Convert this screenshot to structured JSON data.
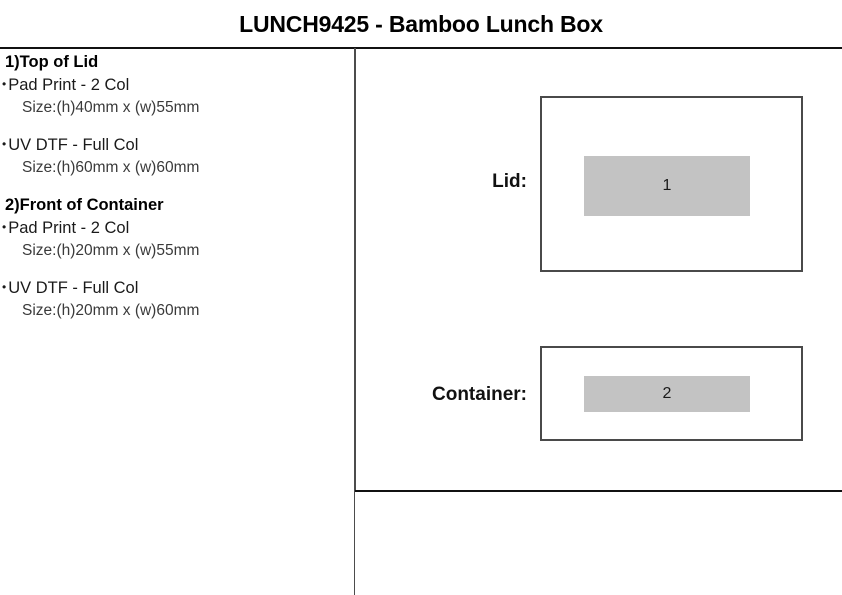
{
  "document": {
    "title": "LUNCH9425 - Bamboo Lunch Box"
  },
  "specifications": {
    "groups": [
      {
        "heading": "1)Top of Lid",
        "methods": [
          {
            "bullet": "•",
            "name": "Pad Print - 2 Col",
            "size": "Size:(h)40mm x (w)55mm"
          },
          {
            "bullet": "•",
            "name": "UV DTF - Full Col",
            "size": "Size:(h)60mm x (w)60mm"
          }
        ]
      },
      {
        "heading": "2)Front of Container",
        "methods": [
          {
            "bullet": "•",
            "name": "Pad Print - 2 Col",
            "size": "Size:(h)20mm x (w)55mm"
          },
          {
            "bullet": "•",
            "name": "UV DTF - Full Col",
            "size": "Size:(h)20mm x (w)60mm"
          }
        ]
      }
    ]
  },
  "artwork": {
    "rows": [
      {
        "label": "Lid:",
        "print_area_number": "1"
      },
      {
        "label": "Container:",
        "print_area_number": "2"
      }
    ]
  },
  "colors": {
    "print_area_fill": "#c3c3c3",
    "box_border": "#4a4a4a",
    "rule": "#111111",
    "text": "#000000"
  }
}
